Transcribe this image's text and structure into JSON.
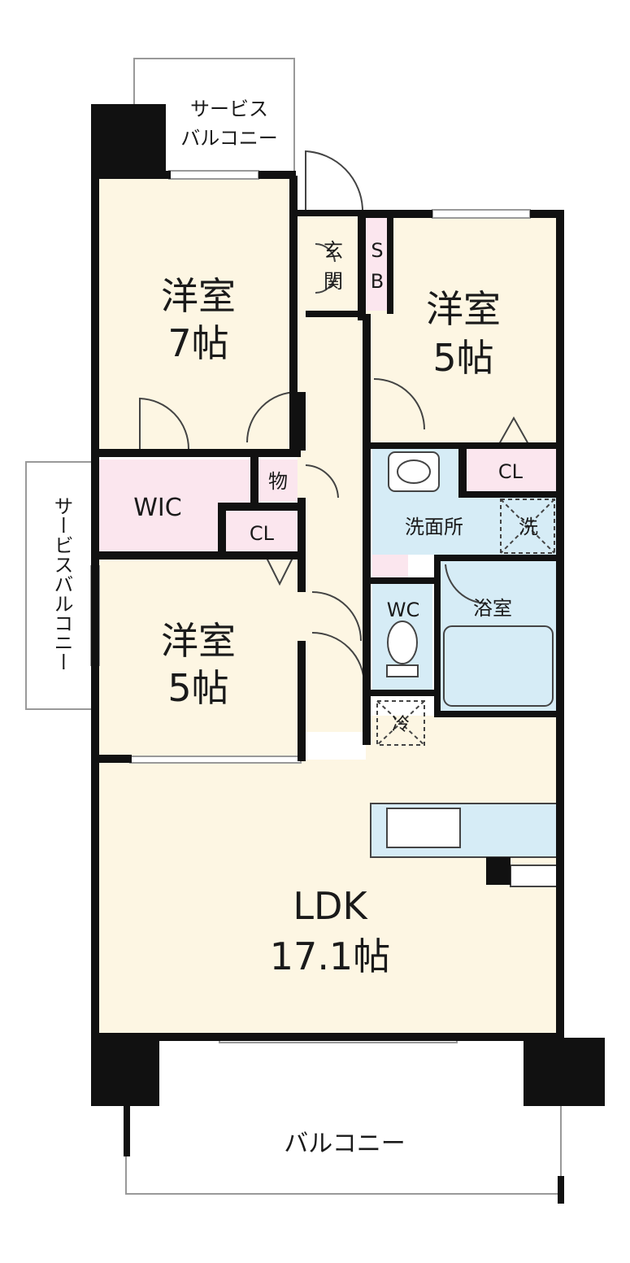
{
  "rooms": {
    "western_7": {
      "name": "洋室",
      "size": "7帖"
    },
    "western_5_right": {
      "name": "洋室",
      "size": "5帖"
    },
    "western_5_left": {
      "name": "洋室",
      "size": "5帖"
    },
    "ldk": {
      "name": "LDK",
      "size": "17.1帖"
    },
    "wic": "WIC",
    "storage_small": "物",
    "closet_left": "CL",
    "closet_right": "CL",
    "entrance_1": "玄",
    "entrance_2": "関",
    "shoe_box_1": "S",
    "shoe_box_2": "B",
    "washroom": "洗面所",
    "washer": "洗",
    "bath": "浴室",
    "toilet": "WC",
    "fridge": "冷"
  },
  "balconies": {
    "service_top_line1": "サービス",
    "service_top_line2": "バルコニー",
    "service_left": "サービスバルコニー",
    "main": "バルコニー"
  },
  "colors": {
    "room": "#fdf6e3",
    "storage": "#fbe6ee",
    "water": "#d6ecf6",
    "wall": "#111111"
  }
}
